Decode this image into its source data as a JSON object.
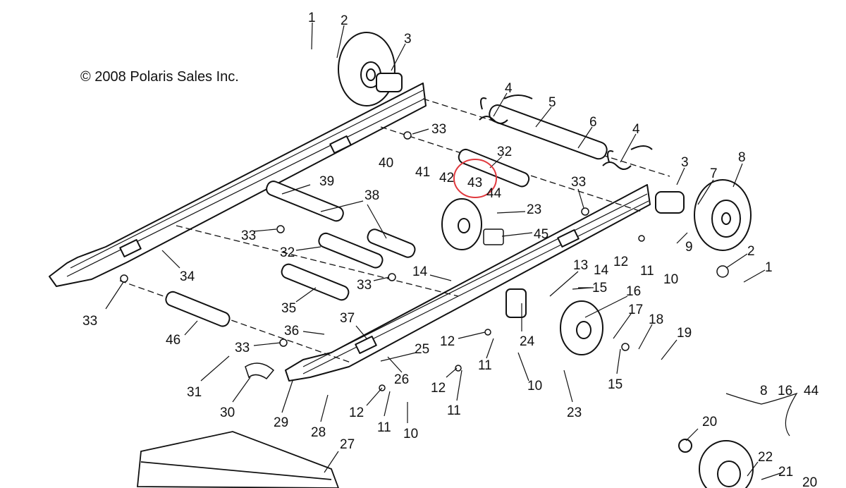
{
  "copyright": "© 2008 Polaris Sales Inc.",
  "highlight_color": "#e0393e",
  "highlighted_part": "43",
  "callouts": {
    "c1a": "1",
    "c2a": "2",
    "c3a": "3",
    "c4a": "4",
    "c5": "5",
    "c6": "6",
    "c4b": "4",
    "c32a": "32",
    "c33a": "33",
    "c8a": "8",
    "c3b": "3",
    "c7": "7",
    "c40": "40",
    "c41": "41",
    "c42": "42",
    "c43": "43",
    "c44a": "44",
    "c39": "39",
    "c38": "38",
    "c33b": "33",
    "c23a": "23",
    "c45": "45",
    "c9": "9",
    "c33c": "33",
    "c32b": "32",
    "c2b": "2",
    "c1b": "1",
    "c12a": "12",
    "c11a": "11",
    "c10a": "10",
    "c34": "34",
    "c13": "13",
    "c14a": "14",
    "c14b": "14",
    "c15a": "15",
    "c16a": "16",
    "c17": "17",
    "c18": "18",
    "c19": "19",
    "c33d": "33",
    "c33e": "33",
    "c35": "35",
    "c37": "37",
    "c36": "36",
    "c46": "46",
    "c33f": "33",
    "c24": "24",
    "c25": "25",
    "c12b": "12",
    "c11b": "11",
    "c26": "26",
    "c12c": "12",
    "c11c": "11",
    "c10b": "10",
    "c15b": "15",
    "c23b": "23",
    "c31": "31",
    "c30": "30",
    "c29": "29",
    "c28": "28",
    "c12d": "12",
    "c11d": "11",
    "c10c": "10",
    "c27": "27",
    "c8b": "8",
    "c16b": "16",
    "c44b": "44",
    "c20a": "20",
    "c22": "22",
    "c21": "21",
    "c20b": "20"
  }
}
